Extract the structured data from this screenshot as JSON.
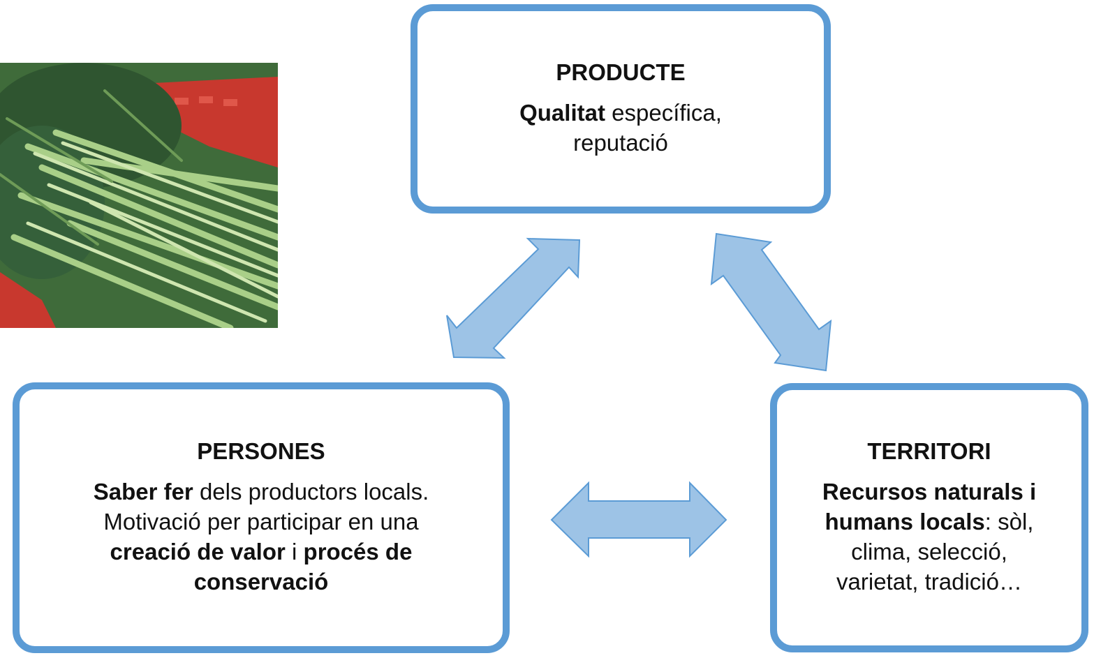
{
  "producte": {
    "title": "PRODUCTE",
    "bold1": "Qualitat",
    "text1": " específica,",
    "text2": "reputació"
  },
  "persones": {
    "title": "PERSONES",
    "bold1": "Saber fer",
    "text1": " dels productors locals.",
    "text2": "Motivació per participar en una",
    "bold2": "creació de valor",
    "text3": " i ",
    "bold3": "procés de",
    "bold4": "conservació"
  },
  "territori": {
    "title": "TERRITORI",
    "bold1": "Recursos naturals i",
    "bold2": "humans locals",
    "text1": ": sòl,",
    "text2": "clima, selecció,",
    "text3": "varietat, tradició…"
  },
  "colors": {
    "box_border": "#5b9bd5",
    "arrow_fill": "#9dc3e6",
    "arrow_stroke": "#5b9bd5"
  },
  "image": {
    "subject": "vegetable-bunches-photo"
  }
}
